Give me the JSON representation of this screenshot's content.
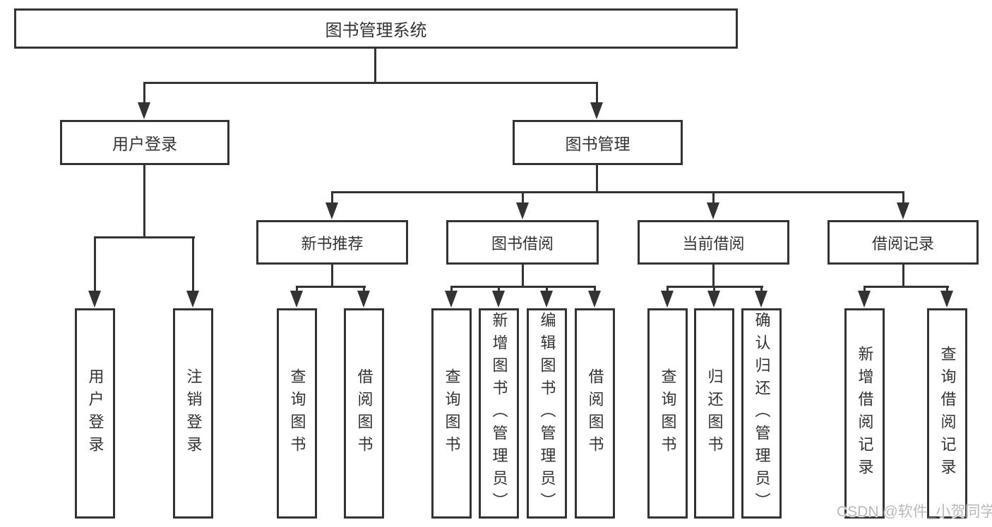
{
  "nodes": {
    "root": "图书管理系统",
    "level2": [
      "用户登录",
      "图书管理"
    ],
    "level3": [
      "新书推荐",
      "图书借阅",
      "当前借阅",
      "借阅记录"
    ],
    "leaves": {
      "login": [
        "用户登录",
        "注销登录"
      ],
      "new_book": [
        "查询图书",
        "借阅图书"
      ],
      "book_borrow": [
        "查询图书",
        "新增图书（管理员）",
        "编辑图书（管理员）",
        "借阅图书"
      ],
      "current_borrow": [
        "查询图书",
        "归还图书",
        "确认归还（管理员）"
      ],
      "borrow_record": [
        "新增借阅记录",
        "查询借阅记录"
      ]
    }
  },
  "watermark": "CSDN @软件_小贺同学",
  "colors": {
    "line": "#333333",
    "box_fill": "#ffffff",
    "text": "#333333",
    "watermark": "#b9b9b9"
  }
}
